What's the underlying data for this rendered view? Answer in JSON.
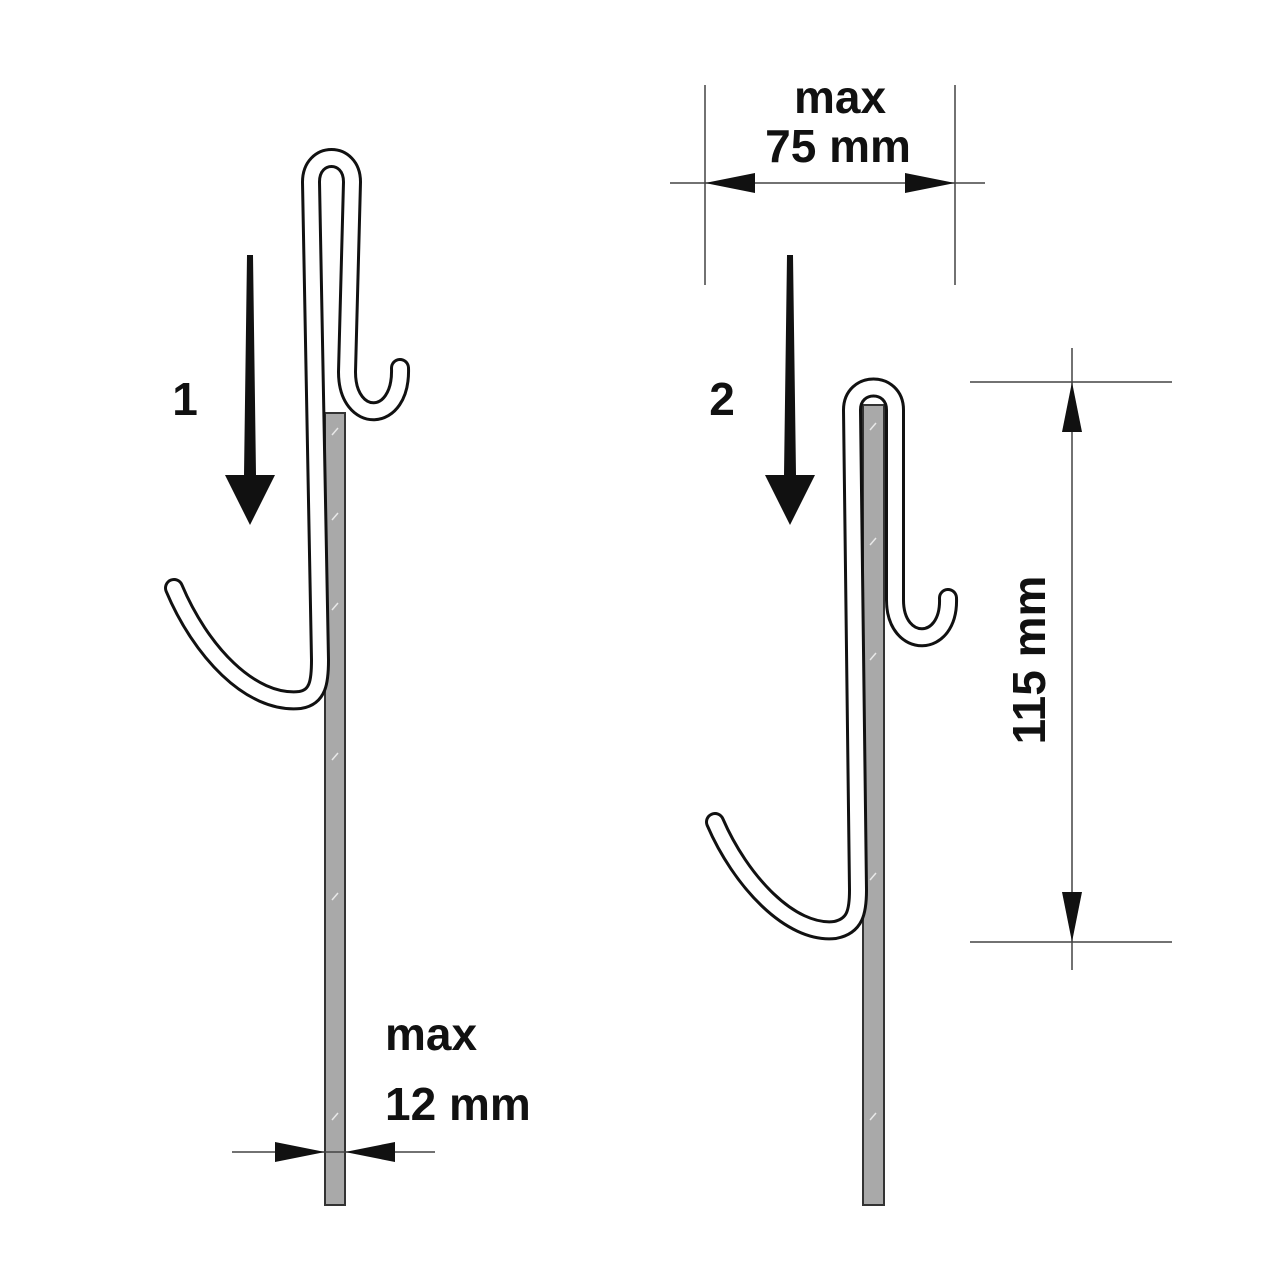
{
  "steps": {
    "one": "1",
    "two": "2"
  },
  "dimensions": {
    "width_top": {
      "line1": "max",
      "line2": "75 mm"
    },
    "height": "115 mm",
    "thickness": {
      "line1": "max",
      "line2": "12 mm"
    }
  },
  "colors": {
    "panel": "#a9a9a9",
    "outline": "#111111",
    "hook_fill": "#ffffff"
  }
}
